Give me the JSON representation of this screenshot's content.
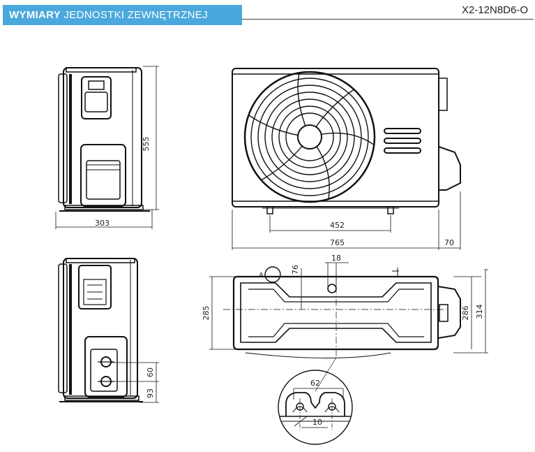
{
  "header": {
    "title_bold": "WYMIARY",
    "title_rest": " JEDNOSTKI ZEWNĘTRZNEJ",
    "model": "X2-12N8D6-O",
    "accent_color": "#4aa8dc"
  },
  "dimensions": {
    "side_depth": "303",
    "side_height": "555",
    "front_feet_spacing": "452",
    "front_width": "765",
    "front_protrusion": "70",
    "top_pipe_offset": "18",
    "top_pipe_distance": "76",
    "top_depth_left": "285",
    "top_depth_mid": "286",
    "top_depth_right": "314",
    "valve_spacing": "60",
    "valve_height": "93",
    "detail_width": "62",
    "detail_small": "10",
    "detail_label": "A"
  }
}
